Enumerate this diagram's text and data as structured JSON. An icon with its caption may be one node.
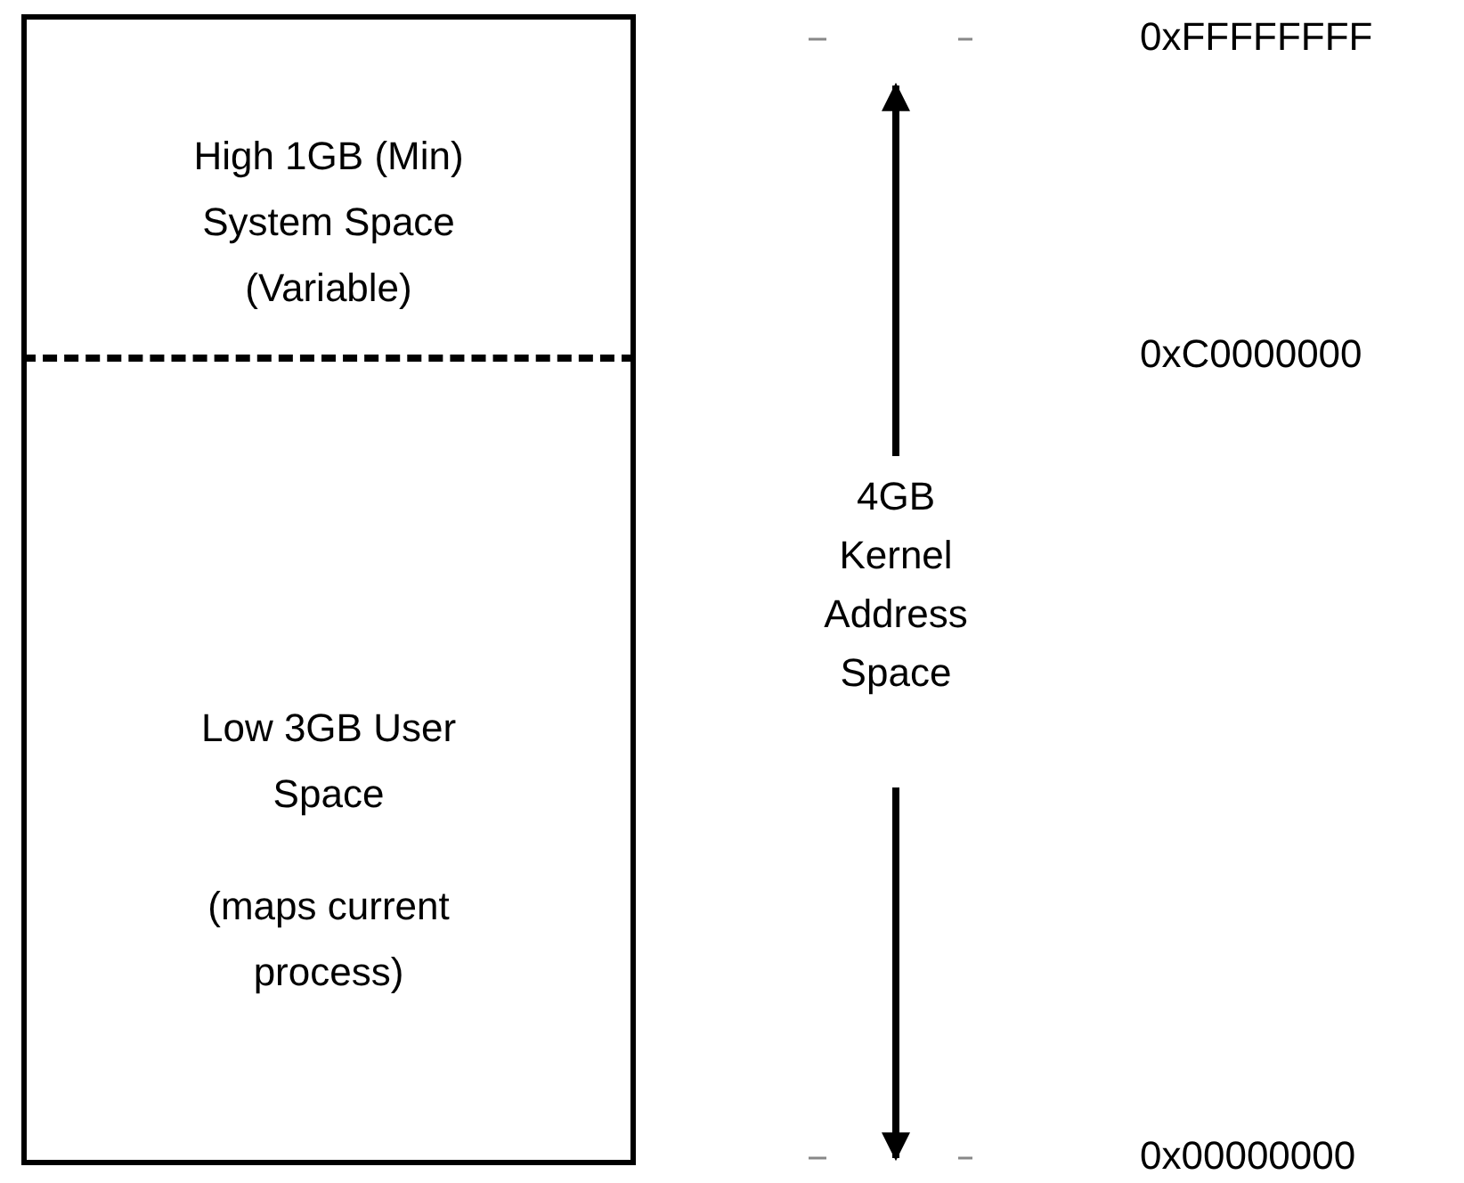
{
  "diagram": {
    "nodes": [
      {
        "text": [
          "High 1GB (Min) System Space (Variable)"
        ]
      },
      {
        "text": [
          "Low 3GB User Space",
          "(maps current process)"
        ]
      }
    ],
    "labels": [
      "0xFFFFFFFF",
      "0xC0000000",
      "4GB Kernel Address Space",
      "0x00000000"
    ]
  }
}
